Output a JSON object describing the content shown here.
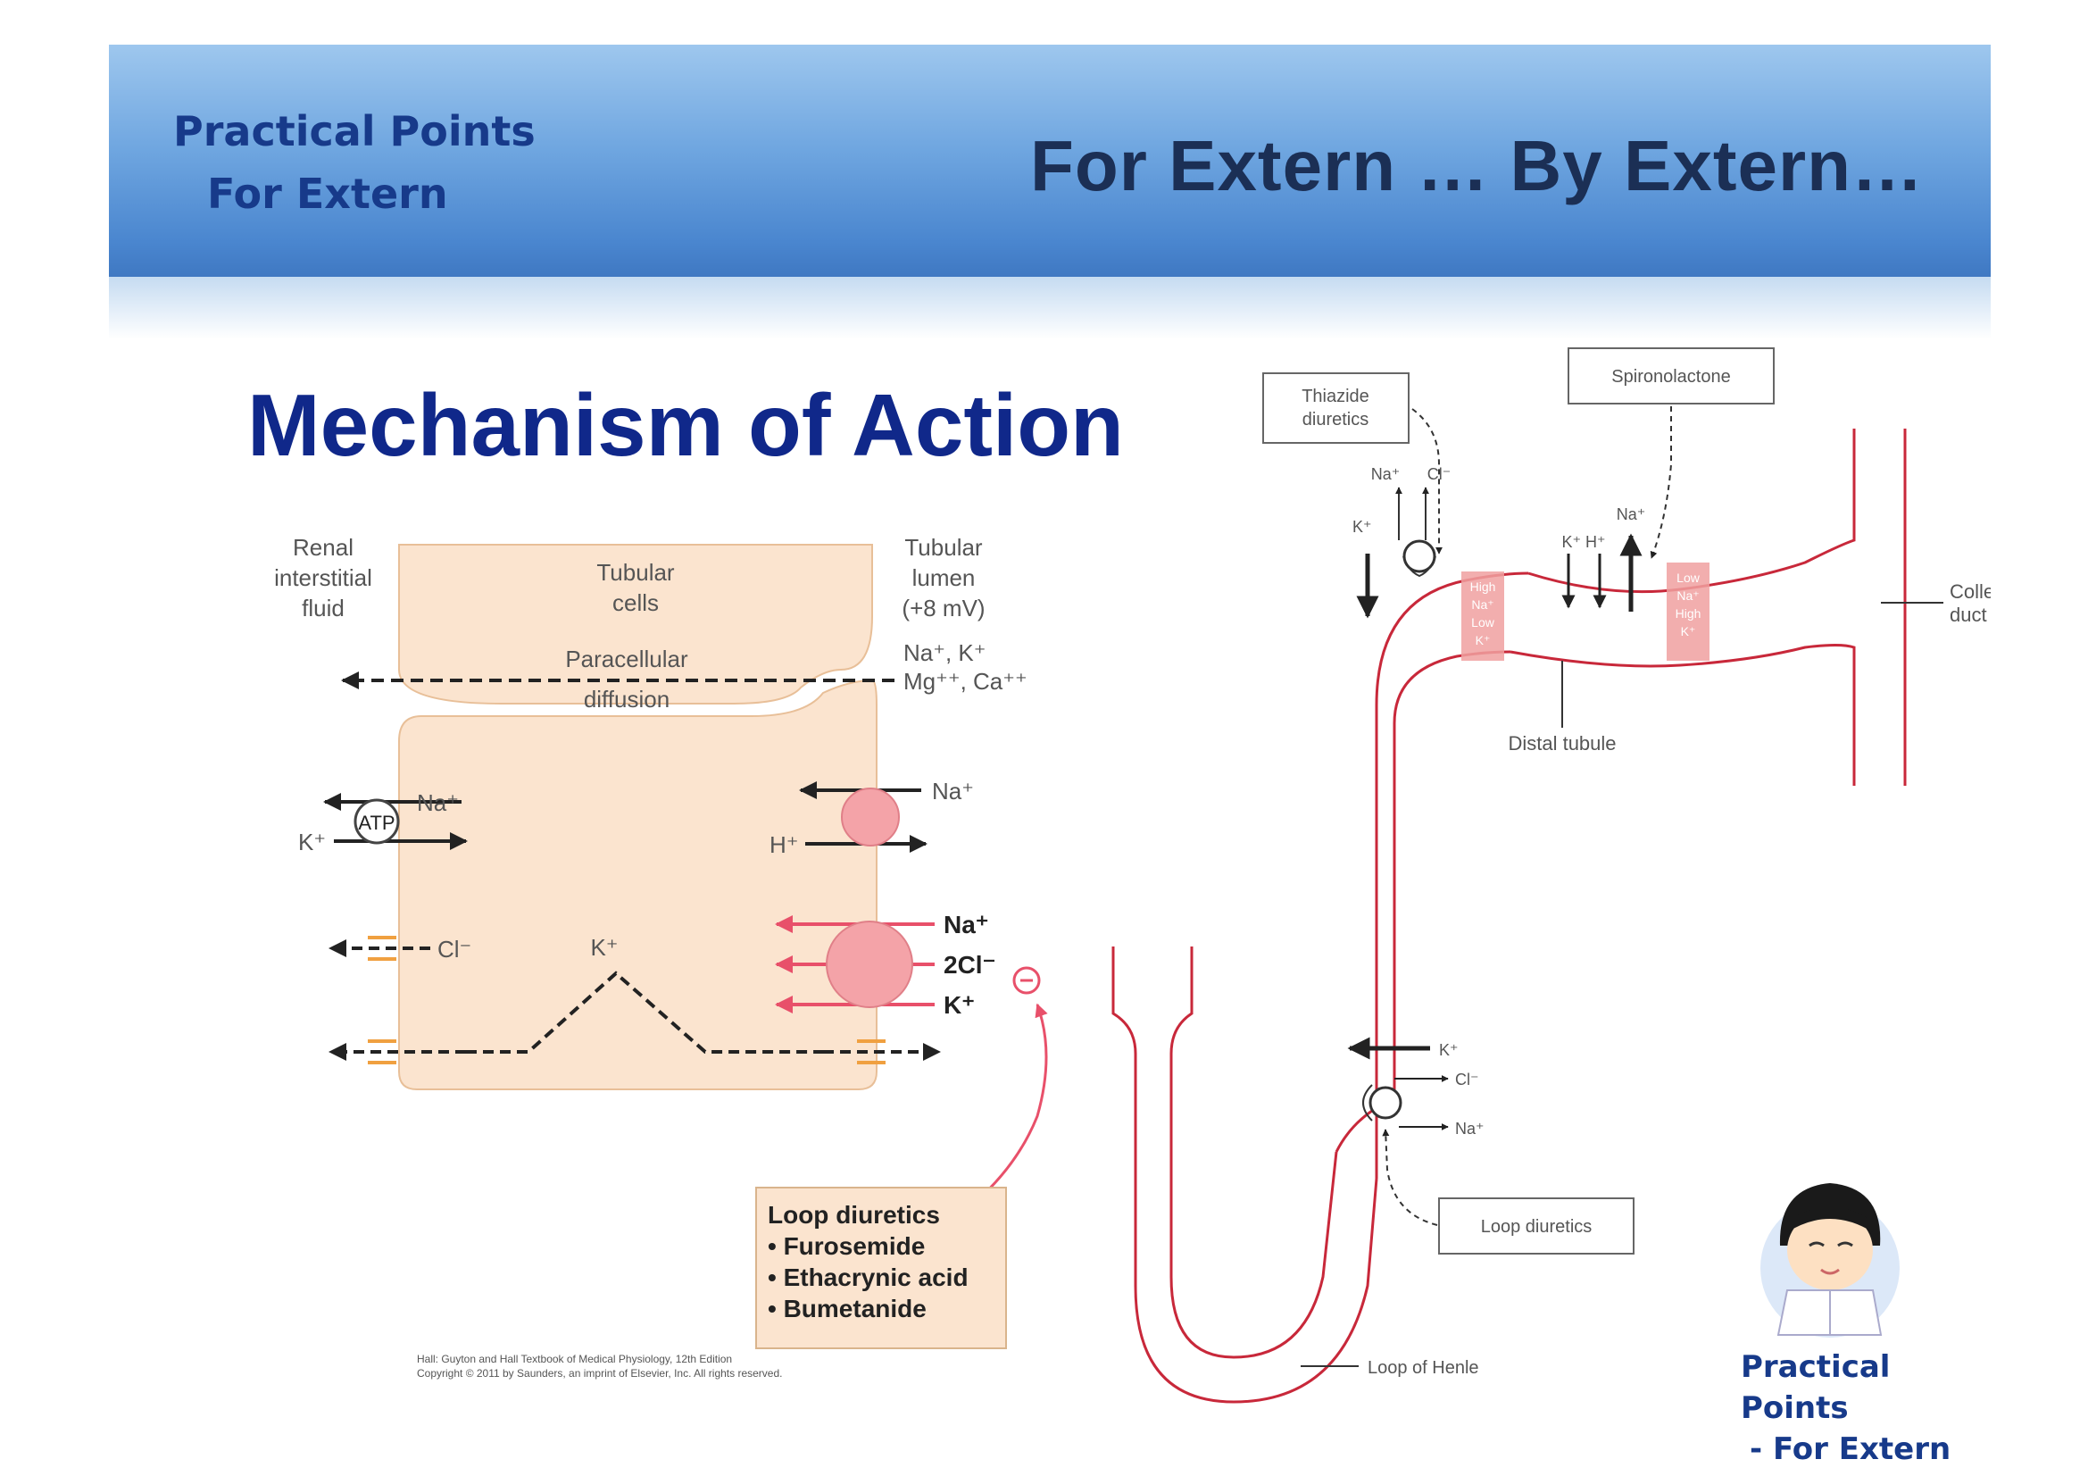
{
  "header": {
    "brand_line1": "Practical Points",
    "brand_line2": "For Extern",
    "tagline": "For Extern … By Extern…"
  },
  "title": "Mechanism of Action",
  "cell_diagram": {
    "renal_interstitial_fluid": [
      "Renal",
      "interstitial",
      "fluid"
    ],
    "tubular_cells": [
      "Tubular",
      "cells"
    ],
    "tubular_lumen": [
      "Tubular",
      "lumen",
      "(+8 mV)"
    ],
    "paracellular": [
      "Paracellular",
      "diffusion"
    ],
    "ions_top": [
      "Na⁺, K⁺",
      "Mg⁺⁺, Ca⁺⁺"
    ],
    "atp": "ATP",
    "na": "Na⁺",
    "k": "K⁺",
    "cl": "Cl⁻",
    "h": "H⁺",
    "nkcc": [
      "Na⁺",
      "2Cl⁻",
      "K⁺"
    ],
    "loop_box": [
      "Loop diuretics",
      "• Furosemide",
      "• Ethacrynic acid",
      "• Bumetanide"
    ],
    "citation": [
      "Hall: Guyton and Hall Textbook of Medical Physiology, 12th Edition",
      "Copyright © 2011 by Saunders, an imprint of Elsevier, Inc. All rights reserved."
    ]
  },
  "nephron_diagram": {
    "thiazide": [
      "Thiazide",
      "diuretics"
    ],
    "spironolactone": "Spironolactone",
    "na": "Na⁺",
    "cl": "Cl⁻",
    "k": "K⁺",
    "kh": "K⁺ H⁺",
    "high_na_low_k": [
      "High",
      "Na⁺",
      "Low",
      "K⁺"
    ],
    "low_na_high_k": [
      "Low",
      "Na⁺",
      "High",
      "K⁺"
    ],
    "collecting_duct": [
      "Collecting",
      "duct"
    ],
    "distal_tubule": "Distal tubule",
    "loop_diuretics": "Loop diuretics",
    "loop_of_henle": "Loop of Henle"
  },
  "footer": {
    "brand_line1": "Practical Points",
    "brand_line2": "- For Extern"
  },
  "colors": {
    "header_blue": "#4a86cf",
    "title_navy": "#10288a",
    "tubule_red": "#c8283a",
    "cell_peach": "#fbe4cf",
    "transporter_pink": "#f4a3a8"
  }
}
